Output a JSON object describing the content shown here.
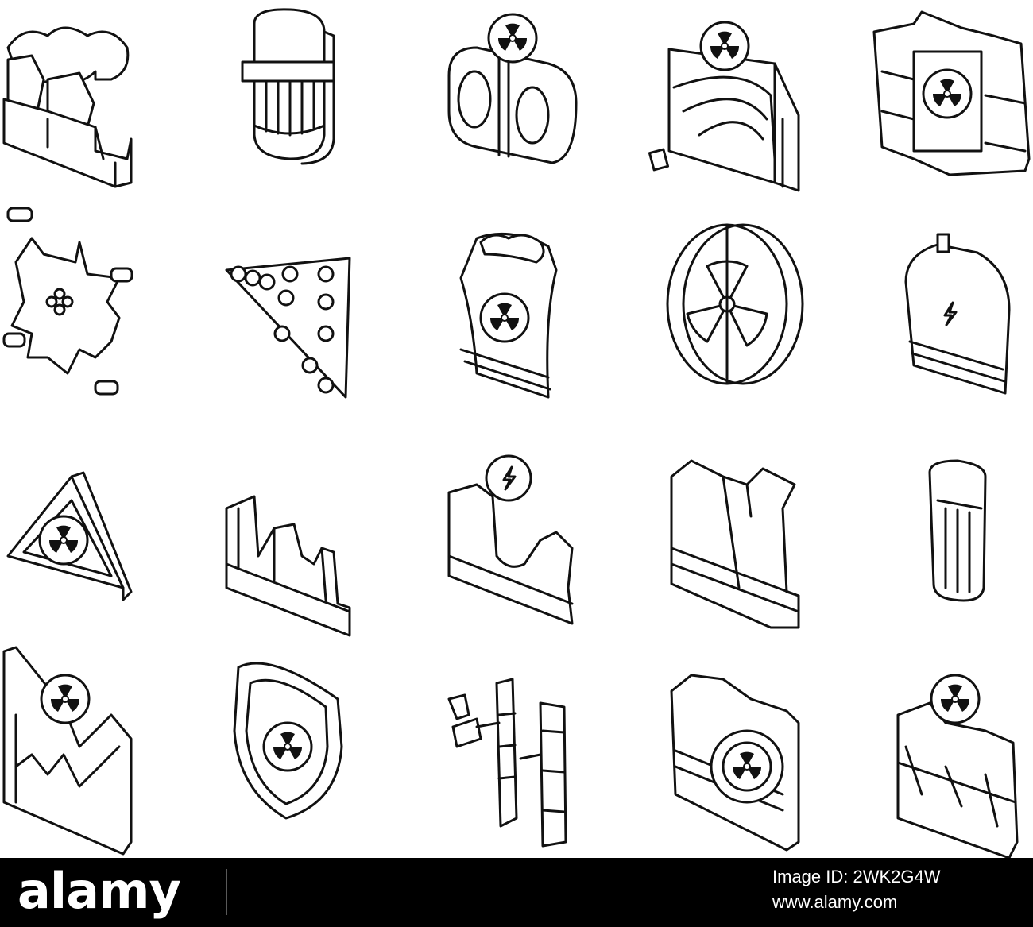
{
  "footer": {
    "brand": "alamy",
    "image_id": "Image ID: 2WK2G4W",
    "site_url": "www.alamy.com"
  },
  "icon_grid": {
    "rows": 4,
    "columns": 5,
    "icons": [
      "power-plant-smoke-icon",
      "reactor-capsule-icon",
      "nuclear-twin-tanks-icon",
      "nuclear-landscape-icon",
      "nuclear-fuel-storage-icon",
      "nuclear-fission-icon",
      "uranium-fuel-pellets-icon",
      "cooling-tower-radiation-icon",
      "radiation-symbol-icon",
      "cooling-tower-electricity-icon",
      "radiation-warning-triangle-icon",
      "nuclear-plant-skyline-icon",
      "power-station-electricity-icon",
      "cooling-tower-crane-icon",
      "fuel-rod-icon",
      "nuclear-mountain-icon",
      "radiation-shield-icon",
      "power-line-towers-icon",
      "nuclear-generator-icon",
      "nuclear-plant-complex-icon"
    ]
  },
  "colors": {
    "ink": "#111111",
    "background": "#ffffff",
    "footer": "#000000",
    "footer_text": "#ffffff"
  }
}
